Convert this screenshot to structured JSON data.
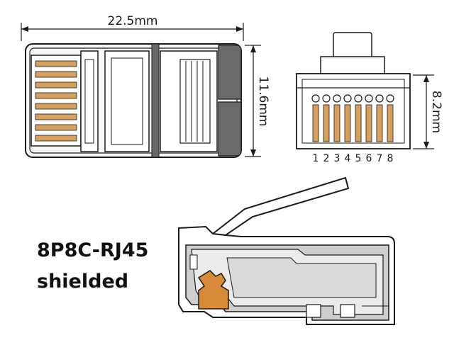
{
  "dimensions": {
    "length": "22.5mm",
    "height": "11.6mm",
    "width": "8.2mm"
  },
  "pin_labels": [
    "1",
    "2",
    "3",
    "4",
    "5",
    "6",
    "7",
    "8"
  ],
  "caption": {
    "line1": "8P8C-RJ45",
    "line2": "shielded"
  },
  "colors": {
    "contact_gold": "#d7a15d",
    "outline": "#1a1a1a",
    "shield_gray": "#cfcfcf",
    "rear_dark": "#6a6a6a",
    "latch_orange": "#d98a38"
  }
}
